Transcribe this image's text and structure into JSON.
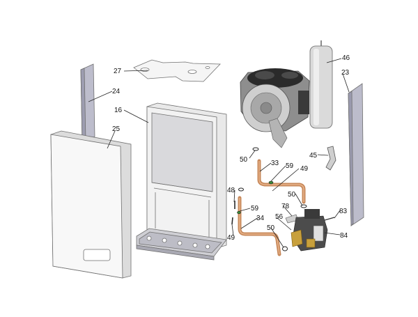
{
  "diagram": {
    "colors": {
      "panel": "#f7f7f7",
      "panel_edge": "#6f6f6f",
      "side_panel": "#b9b9c7",
      "frame": "#e6e6e6",
      "copper": "#c7885a",
      "copper_dark": "#9a6136",
      "fan_dark": "#2a2a2a",
      "fan_metal": "#b7b7b7",
      "vessel": "#d9d9d9"
    },
    "callouts": [
      {
        "id": "c27",
        "label": "27"
      },
      {
        "id": "c24",
        "label": "24"
      },
      {
        "id": "c16",
        "label": "16"
      },
      {
        "id": "c25",
        "label": "25"
      },
      {
        "id": "c46",
        "label": "46"
      },
      {
        "id": "c23",
        "label": "23"
      },
      {
        "id": "c50a",
        "label": "50"
      },
      {
        "id": "c33",
        "label": "33"
      },
      {
        "id": "c59a",
        "label": "59"
      },
      {
        "id": "c49a",
        "label": "49"
      },
      {
        "id": "c45",
        "label": "45"
      },
      {
        "id": "c48",
        "label": "48"
      },
      {
        "id": "c50b",
        "label": "50"
      },
      {
        "id": "c59b",
        "label": "59"
      },
      {
        "id": "c78",
        "label": "78"
      },
      {
        "id": "c83",
        "label": "83"
      },
      {
        "id": "c34",
        "label": "34"
      },
      {
        "id": "c56",
        "label": "56"
      },
      {
        "id": "c49b",
        "label": "49"
      },
      {
        "id": "c50c",
        "label": "50"
      },
      {
        "id": "c84",
        "label": "84"
      }
    ]
  }
}
